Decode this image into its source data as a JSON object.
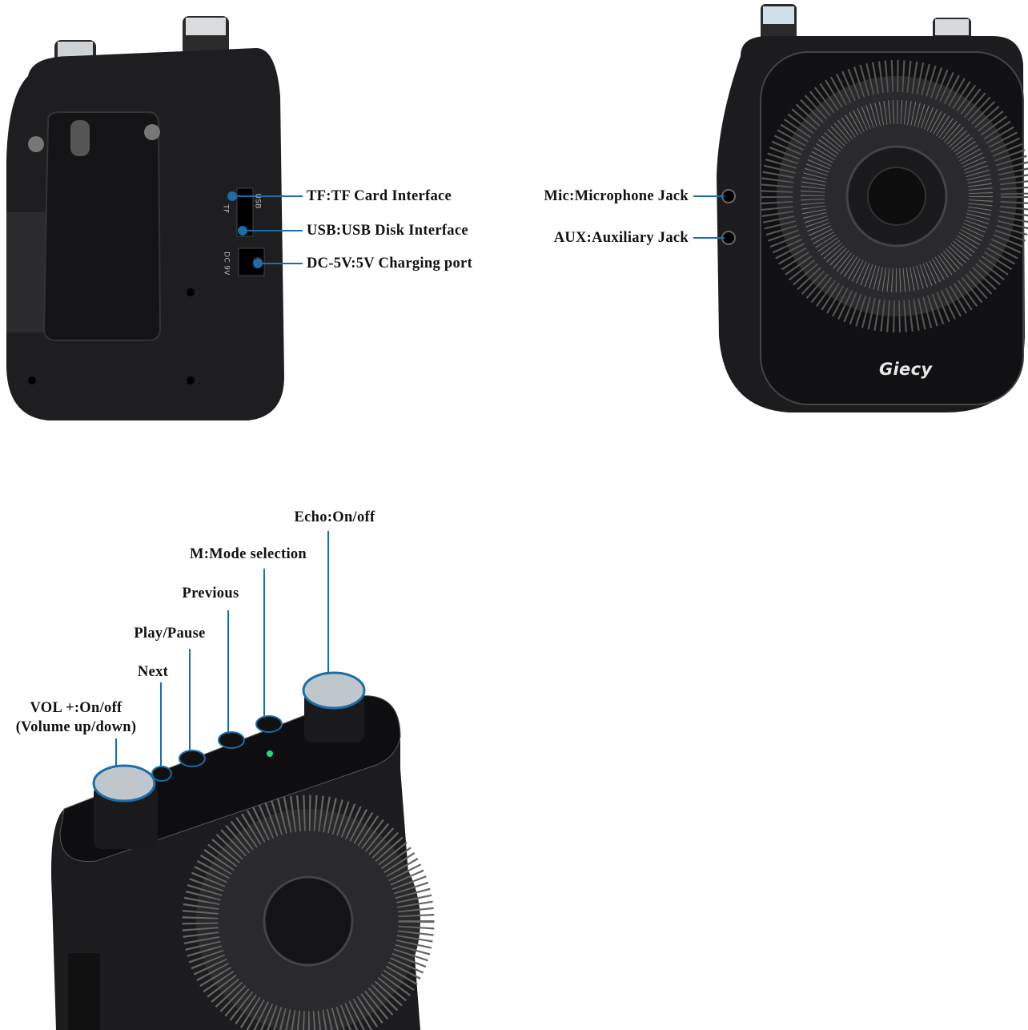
{
  "colors": {
    "accent": "#1b6ea8",
    "device": "#1c1c1e",
    "background": "#ffffff"
  },
  "brand": "Giecy",
  "back_view": {
    "callouts": [
      {
        "id": "tf",
        "label": "TF:TF Card Interface"
      },
      {
        "id": "usb",
        "label": "USB:USB Disk Interface"
      },
      {
        "id": "dc",
        "label": "DC-5V:5V Charging port"
      }
    ],
    "port_markings": [
      "TF",
      "USB",
      "DC 9V"
    ]
  },
  "front_view": {
    "callouts": [
      {
        "id": "mic",
        "label": "Mic:Microphone Jack"
      },
      {
        "id": "aux",
        "label": "AUX:Auxiliary Jack"
      }
    ]
  },
  "top_view": {
    "callouts": [
      {
        "id": "echo",
        "label": "Echo:On/off"
      },
      {
        "id": "mode",
        "label": "M:Mode selection"
      },
      {
        "id": "previous",
        "label": "Previous"
      },
      {
        "id": "play",
        "label": "Play/Pause"
      },
      {
        "id": "next",
        "label": "Next"
      },
      {
        "id": "vol",
        "label": "VOL +:On/off",
        "label2": "(Volume up/down)"
      }
    ]
  }
}
